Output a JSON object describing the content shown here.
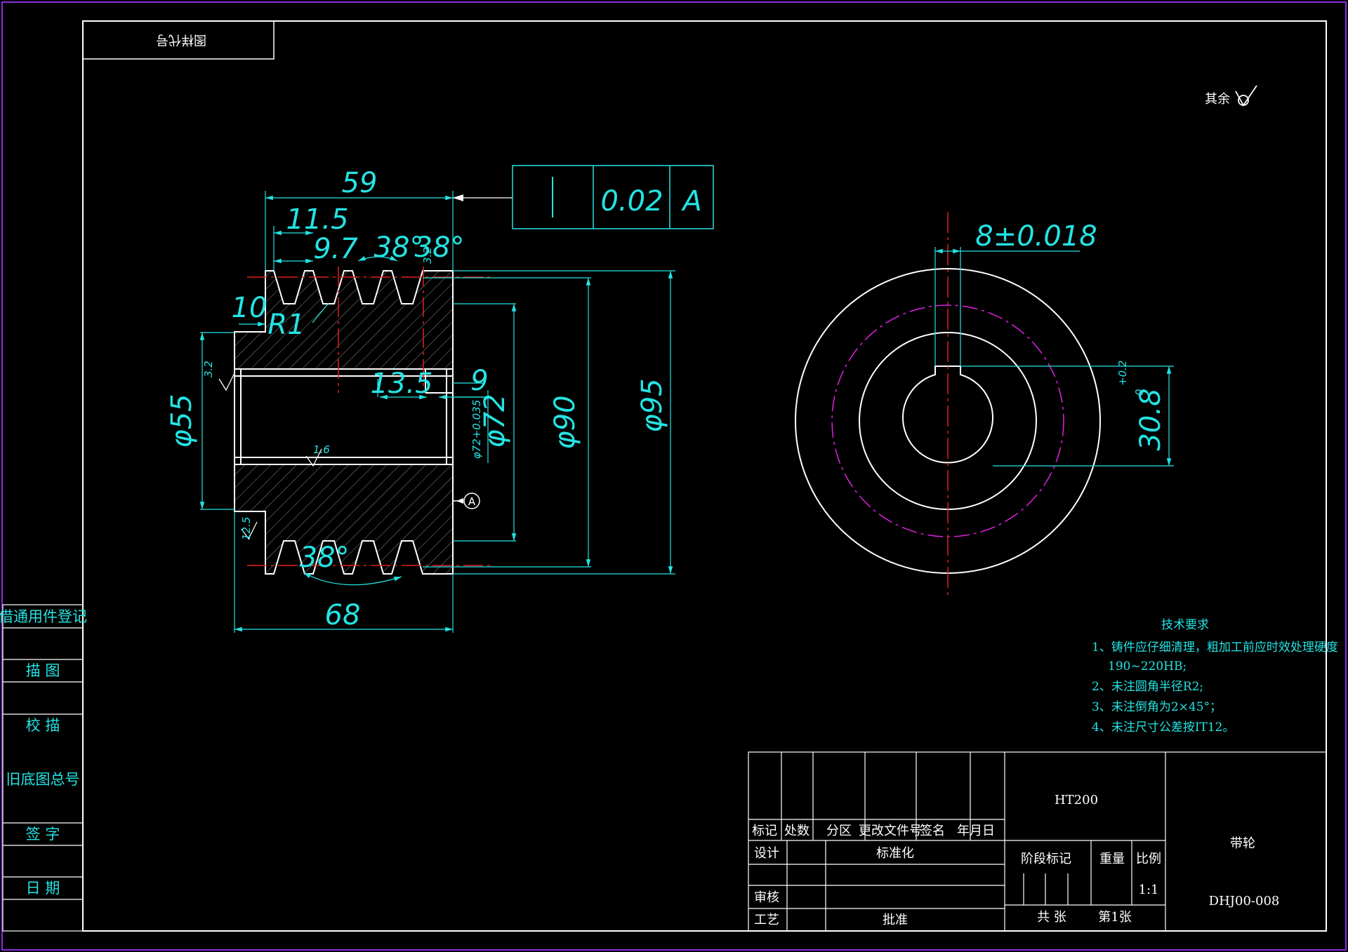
{
  "top_tag": "图样代号",
  "roughness_note": "其余",
  "geometric_tolerance": {
    "value": "0.02",
    "datum": "A"
  },
  "datum_label": "A",
  "dimensions": {
    "overall_width": "59",
    "groove_span": "11.5",
    "groove_pitch": "9.7",
    "groove_angle_1": "38°",
    "groove_angle_2": "38°",
    "step_height": "10",
    "fillet": "R1",
    "groove_depth": "13.5",
    "key_depth": "9",
    "bore_diameter": "φ55",
    "hub_diameter": "φ72",
    "hub_tol_small": "φ72+0.035",
    "pitch_diameter": "φ90",
    "outer_diameter": "φ95",
    "bottom_groove_angle": "38°",
    "total_length": "68",
    "keyway_width": "8±0.018",
    "keyway_height": "30.8",
    "keyway_height_tol": "+0.2",
    "keyway_height_tol_low": "0",
    "roughness_bore": "3.2",
    "roughness_face": "1.6",
    "roughness_side": "12.5",
    "roughness_top": "3.2"
  },
  "technical_requirements": {
    "title": "技术要求",
    "items": [
      "1、铸件应仔细清理，粗加工前应时效处理硬度",
      "190~220HB;",
      "2、未注圆角半径R2;",
      "3、未注倒角为2×45°；",
      "4、未注尺寸公差按IT12。"
    ]
  },
  "side_panel": [
    "借通用件登记",
    "描  图",
    "校  描",
    "旧底图总号",
    "签  字",
    "日  期"
  ],
  "title_block": {
    "material": "HT200",
    "part_name": "带轮",
    "drawing_no": "DHJ00-008",
    "header_row": [
      "标记",
      "处数",
      "分区",
      "更改文件号",
      "签名",
      "年月日"
    ],
    "design": "设计",
    "standardize": "标准化",
    "review": "审核",
    "process": "工艺",
    "approve": "批准",
    "stage_mark": "阶段标记",
    "weight": "重量",
    "scale_label": "比例",
    "scale": "1:1",
    "sheets_total": "共  张",
    "sheet_no": "第1张"
  },
  "colors": {
    "background": "#000000",
    "outline": "#ffffff",
    "dimension": "#25e3e3",
    "centerline": "#e02020",
    "pitch_circle": "#e020e0",
    "sheet_border": "#8a2be2"
  }
}
